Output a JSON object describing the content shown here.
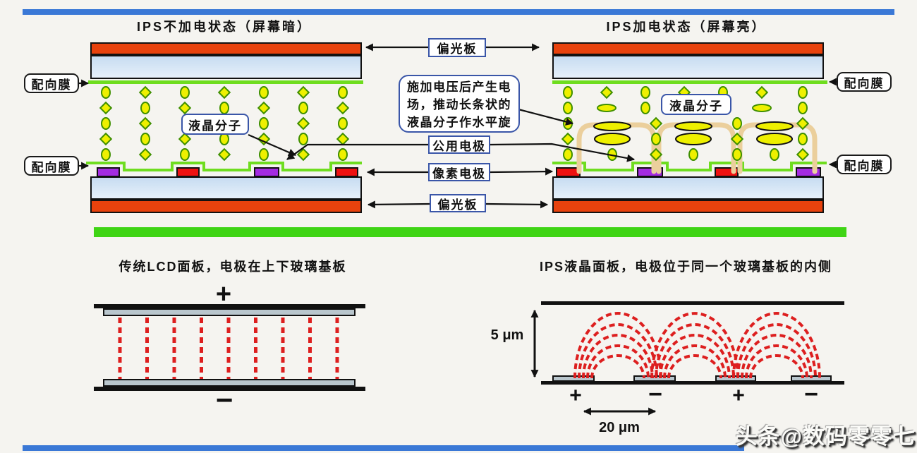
{
  "top_section": {
    "left_panel": {
      "title": "IPS不加电状态（屏幕暗）",
      "lc_molecule_label": "液晶分子"
    },
    "right_panel": {
      "title": "IPS加电状态（屏幕亮）",
      "lc_molecule_label": "液晶分子"
    },
    "callouts": {
      "polarizer_top": "偏光板",
      "polarizer_bottom": "偏光板",
      "common_electrode": "公用电极",
      "pixel_electrode": "像素电极",
      "alignment_film": "配向膜",
      "annotation_lines": [
        "施加电压后产生电",
        "场，推动长条状的",
        "液晶分子作水平旋"
      ]
    }
  },
  "bottom_section": {
    "left_diagram": {
      "title": "传统LCD面板，电极在上下玻璃基板",
      "top_sign": "+",
      "bottom_sign": "−"
    },
    "right_diagram": {
      "title": "IPS液晶面板，电极位于同一个玻璃基板的内侧",
      "gap_label": "5 μm",
      "pitch_label": "20 μm",
      "electrode_signs": [
        "+",
        "−",
        "+",
        "−"
      ]
    }
  },
  "watermark": "头条@数码零零七",
  "colors": {
    "polarizer": "#e8420d",
    "glass": "#cfe1f3",
    "alignment_film": "#6fdd1f",
    "divider_green": "#3fd415",
    "frame_blue": "#3a78d6",
    "molecule_yellow": "#eef000",
    "molecule_outline": "#3f8f00",
    "electrode_red": "#ee1111",
    "electrode_purple": "#a42ce2",
    "field_line_red": "#dd1f1f",
    "field_arc_tan": "#ebcf9c",
    "callout_border": "#3a56a8"
  }
}
